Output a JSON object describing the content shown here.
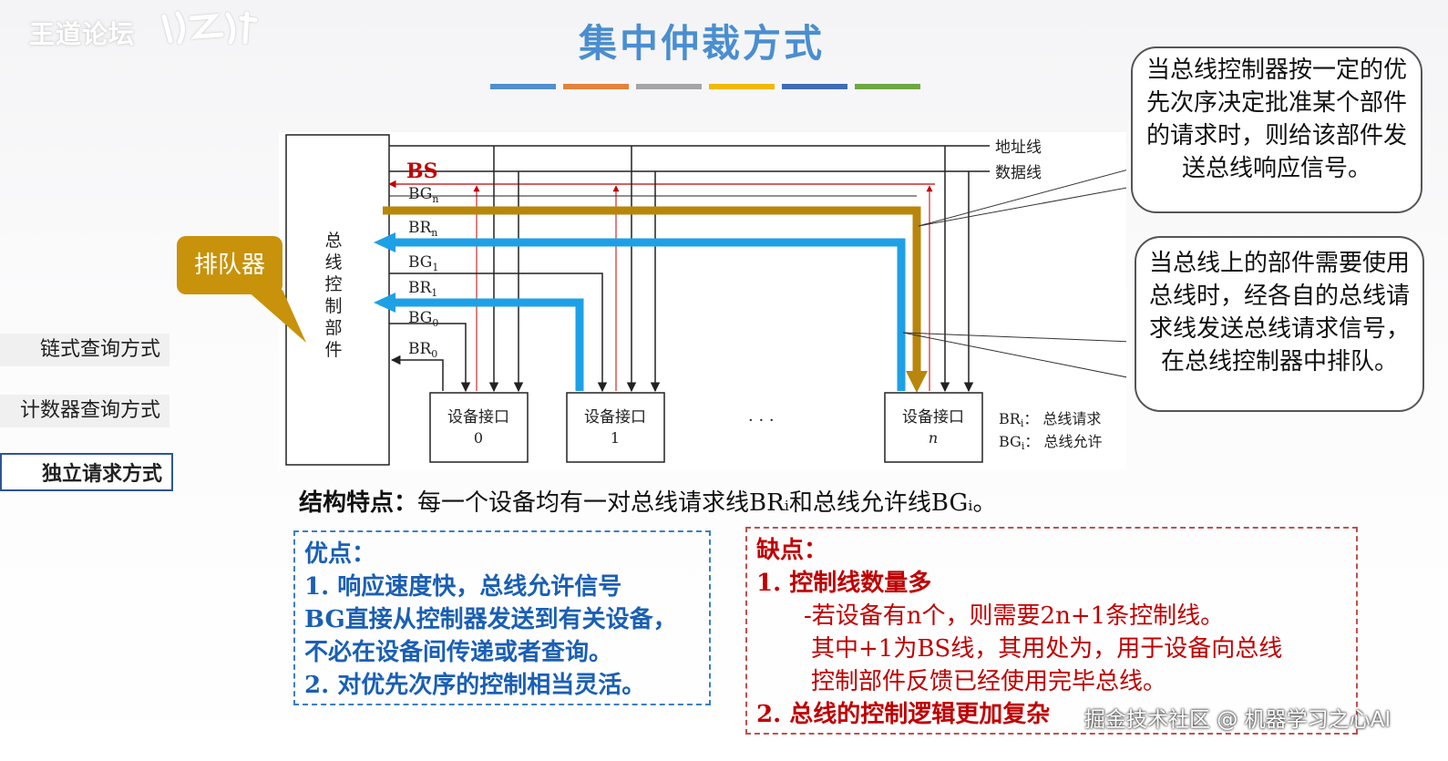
{
  "logo": {
    "text": "王道论坛"
  },
  "title": "集中仲裁方式",
  "color_bar": [
    "#4f8fd0",
    "#e5823a",
    "#a5a5a5",
    "#f2b800",
    "#3e6db6",
    "#6ea843"
  ],
  "nav": [
    {
      "label": "链式查询方式",
      "active": false
    },
    {
      "label": "计数器查询方式",
      "active": false
    },
    {
      "label": "独立请求方式",
      "active": true
    }
  ],
  "diagram": {
    "controller_label": "总线控制部件",
    "address_line": "地址线",
    "data_line": "数据线",
    "bs": "BS",
    "signals": [
      {
        "base": "BG",
        "sub": "n"
      },
      {
        "base": "BR",
        "sub": "n"
      },
      {
        "base": "BG",
        "sub": "1"
      },
      {
        "base": "BR",
        "sub": "1"
      },
      {
        "base": "BG",
        "sub": "0"
      },
      {
        "base": "BR",
        "sub": "0"
      }
    ],
    "devices": [
      {
        "label": "设备接口",
        "num": "0"
      },
      {
        "label": "设备接口",
        "num": "1"
      },
      {
        "label": "设备接口",
        "num": "n"
      }
    ],
    "ellipsis": "· · ·",
    "legend": [
      {
        "base": "BR",
        "sub": "i",
        "text": "总线请求"
      },
      {
        "base": "BG",
        "sub": "i",
        "text": "总线允许"
      }
    ],
    "colors": {
      "grant_arrow": "#b8860b",
      "request_arrow": "#1ea0e6"
    }
  },
  "callout_queue": "排队器",
  "bubble_grant": "当总线控制器按一定的优先次序决定批准某个部件的请求时，则给该部件发送总线响应信号。",
  "bubble_request": "当总线上的部件需要使用总线时，经各自的总线请求线发送总线请求信号，在总线控制器中排队。",
  "feature": {
    "label": "结构特点：",
    "text": "每一个设备均有一对总线请求线BRᵢ和总线允许线BGᵢ。"
  },
  "pros": {
    "title": "优点：",
    "lines": [
      "1.  响应速度快，总线允许信号",
      "BG直接从控制器发送到有关设备，",
      "不必在设备间传递或者查询。",
      "2.  对优先次序的控制相当灵活。"
    ]
  },
  "cons": {
    "title": "缺点：",
    "item1": "1.  控制线数量多",
    "item1_sub1": "-若设备有n个，则需要2n+1条控制线。",
    "item1_sub2": "其中+1为BS线，其用处为，用于设备向总线",
    "item1_sub3": "控制部件反馈已经使用完毕总线。",
    "item2": "2.  总线的控制逻辑更加复杂"
  },
  "watermark": "掘金技术社区 @ 机器学习之心AI"
}
